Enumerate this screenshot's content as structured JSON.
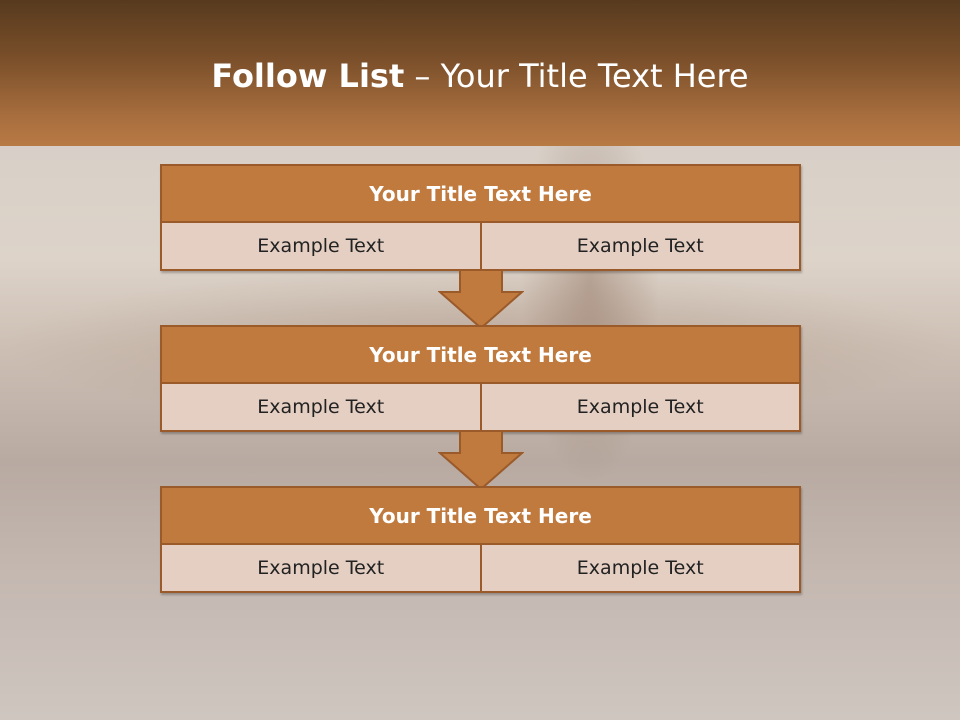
{
  "slide": {
    "title_bold": "Follow List",
    "title_rest": " – Your Title Text Here"
  },
  "steps": [
    {
      "title": "Your Title Text Here",
      "left": "Example Text",
      "right": "Example Text"
    },
    {
      "title": "Your Title Text Here",
      "left": "Example Text",
      "right": "Example Text"
    },
    {
      "title": "Your Title Text Here",
      "left": "Example Text",
      "right": "Example Text"
    }
  ],
  "colors": {
    "accent": "#c07a3e",
    "border": "#9a5a2a",
    "cell_fill": "#e5cfc3"
  }
}
